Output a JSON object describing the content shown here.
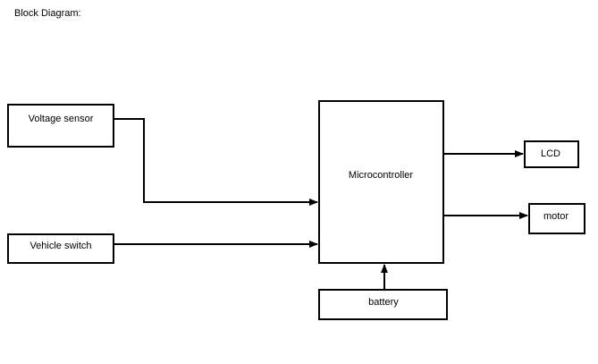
{
  "title": "Block Diagram:",
  "blocks": {
    "voltage_sensor": "Voltage sensor",
    "vehicle_switch": "Vehicle switch",
    "microcontroller": "Microcontroller",
    "battery": "battery",
    "lcd": "LCD",
    "motor": "motor"
  },
  "colors": {
    "stroke": "#000000",
    "background": "#ffffff"
  }
}
